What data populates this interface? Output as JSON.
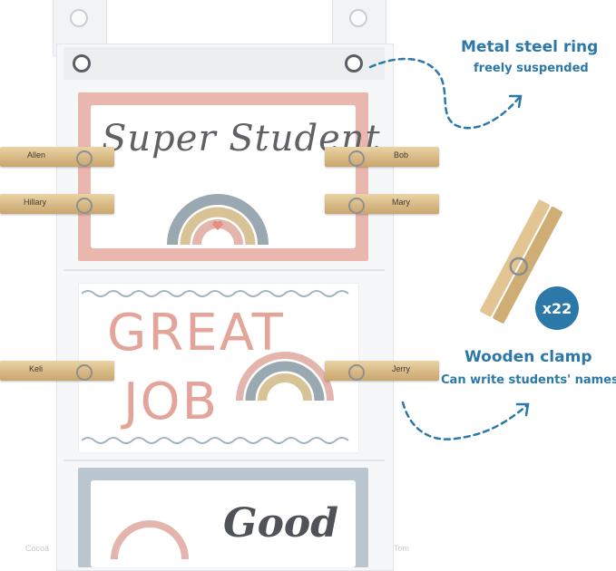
{
  "cards": {
    "super_student": "Super Student",
    "great_job_line1": "GREAT",
    "great_job_line2": "JOB",
    "good": "Good"
  },
  "clamps": {
    "left": [
      "Allen",
      "Hillary",
      "Keli",
      "Cocoa"
    ],
    "right": [
      "Bob",
      "Mary",
      "Jerry",
      "Tom"
    ]
  },
  "callouts": {
    "ring_title": "Metal steel ring",
    "ring_subtitle": "freely suspended",
    "clamp_title": "Wooden clamp",
    "clamp_subtitle": "Can write students' names",
    "clamp_count": "x22"
  },
  "colors": {
    "accent": "#2c78a8",
    "card_pink": "#e9b7ad",
    "card_gray": "#b9c6cf",
    "wood": "#d6b782"
  },
  "icons": [
    "suction-hook-icon",
    "metal-ring-icon",
    "rainbow-icon",
    "heart-icon",
    "clothespin-icon",
    "dashed-arrow-icon"
  ]
}
